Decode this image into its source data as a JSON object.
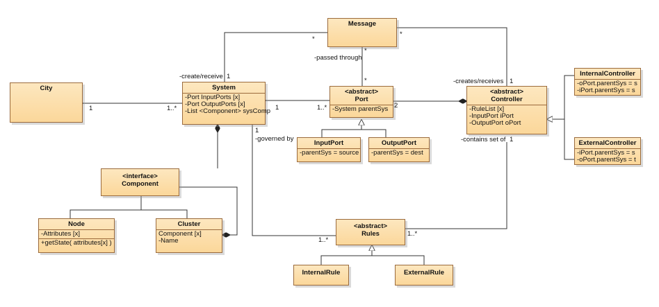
{
  "classes": {
    "message": {
      "name": "Message"
    },
    "city": {
      "name": "City"
    },
    "system": {
      "name": "System",
      "attributes": [
        "-Port InputPorts [x]",
        "-Port OutputPorts [x]",
        "-List <Component> sysComp"
      ]
    },
    "port": {
      "stereotype": "<abstract>",
      "name": "Port",
      "attributes": [
        "-System parentSys"
      ]
    },
    "controller": {
      "stereotype": "<abstract>",
      "name": "Controller",
      "attributes": [
        "-RuleList [x]",
        "-InputPort iPort",
        "-OutputPort oPort"
      ]
    },
    "internal_controller": {
      "name": "InternalController",
      "attributes": [
        "-oPort.parentSys = s",
        "-iPort.parentSys = s"
      ]
    },
    "external_controller": {
      "name": "ExternalController",
      "attributes": [
        "-iPort.parentSys = s",
        "-oPort.parentSys = t"
      ]
    },
    "input_port": {
      "name": "InputPort",
      "attributes": [
        "-parentSys = source"
      ]
    },
    "output_port": {
      "name": "OutputPort",
      "attributes": [
        "-parentSys = dest"
      ]
    },
    "component": {
      "stereotype": "<interface>",
      "name": "Component"
    },
    "node": {
      "name": "Node",
      "attributes": [
        "-Attributes [x]"
      ],
      "operations": [
        "+getState( attributes[x] )"
      ]
    },
    "cluster": {
      "name": "Cluster",
      "attributes": [
        "Component [x]",
        "-Name"
      ]
    },
    "rules": {
      "stereotype": "<abstract>",
      "name": "Rules"
    },
    "internal_rule": {
      "name": "InternalRule"
    },
    "external_rule": {
      "name": "ExternalRule"
    }
  },
  "labels": {
    "city_system_city": "1",
    "city_system_sys": "1..*",
    "system_port_sys": "1",
    "system_port_port": "1..*",
    "msg_system_msg": "*",
    "msg_system_role": "-create/receive",
    "msg_system_sys": "1",
    "msg_port_msg": "*",
    "msg_port_role": "-passed through",
    "msg_port_port": "*",
    "msg_ctrl_msg": "*",
    "msg_ctrl_role": "-creates/receives",
    "msg_ctrl_ctrl": "1",
    "port_ctrl_port": "2",
    "sys_rules_sys": "1",
    "sys_rules_role": "-governed by",
    "sys_rules_rules": "1..*",
    "ctrl_rules_role": "-contains set of",
    "ctrl_rules_ctrl": "1",
    "ctrl_rules_rules": "1..*"
  }
}
